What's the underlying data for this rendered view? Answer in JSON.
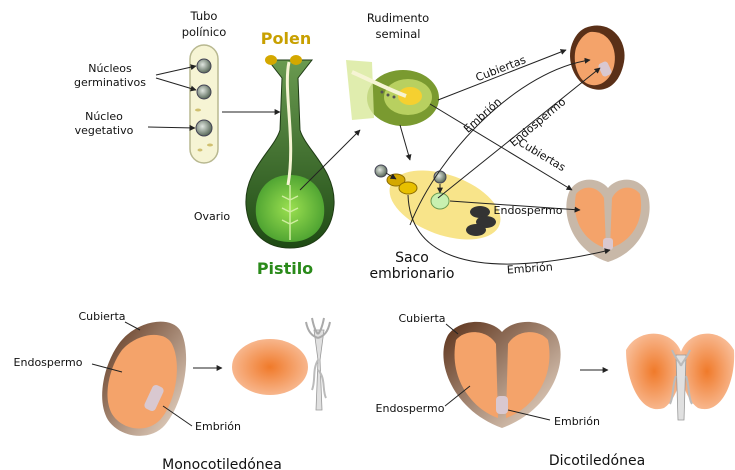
{
  "labels": {
    "tubo_line1": "Tubo",
    "tubo_line2": "polínico",
    "polen": "Polen",
    "rudimento_line1": "Rudimento",
    "rudimento_line2": "seminal",
    "nucleos_line1": "Núcleos",
    "nucleos_line2": "germinativos",
    "nucleo_line1": "Núcleo",
    "nucleo_line2": "vegetativo",
    "ovario": "Ovario",
    "pistilo": "Pistilo",
    "saco_line1": "Saco",
    "saco_line2": "embrionario",
    "cubiertas_top": "Cubiertas",
    "embrion_diag": "Embrión",
    "endospermo_diag": "Endospermo",
    "cubiertas_mid": "Cubiertas",
    "endospermo_mid": "Endospermo",
    "embrion_bottom": "Embrión",
    "mono_cubierta": "Cubierta",
    "mono_endospermo": "Endospermo",
    "mono_embrion": "Embrión",
    "mono_title": "Monocotiledónea",
    "di_cubierta": "Cubierta",
    "di_endospermo": "Endospermo",
    "di_embrion": "Embrión",
    "di_title": "Dicotiledónea"
  },
  "colors": {
    "seed_orange": "#f4a36a",
    "seed_coat": "#7a4a2a",
    "pistil_dark": "#2f5f20",
    "pistil_light": "#8ad04a",
    "pollen_yellow": "#d4a800",
    "sac_yellow": "#f8e48a",
    "tube_cream": "#f6f4d4"
  }
}
